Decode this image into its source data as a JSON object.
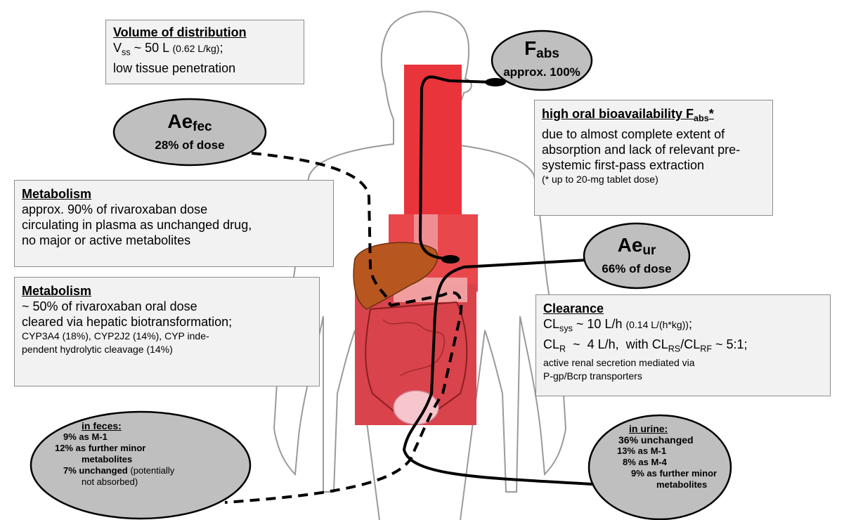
{
  "volume": {
    "title": "Volume of distribution",
    "vss_sym": "V",
    "vss_sub": "ss",
    "vss_value": " ~ 50 L ",
    "vss_perkg": "(0.62 L/kg)",
    "vss_tail": ";",
    "line2": "low tissue penetration"
  },
  "fabs": {
    "sym": "F",
    "sub": "abs",
    "value": "approx. 100%"
  },
  "aefec": {
    "sym": "Ae",
    "sub": "fec",
    "value": "28% of dose"
  },
  "bioavail": {
    "title": "high oral bioavailability F",
    "title_sub": "abs",
    "title_tail": "*",
    "lines": [
      "due to almost complete extent of",
      "absorption and lack of relevant pre-",
      "systemic first-pass extraction"
    ],
    "note": "(* up to 20-mg tablet dose)"
  },
  "metab1": {
    "title": "Metabolism",
    "lines": [
      "approx. 90% of rivaroxaban dose",
      "circulating in plasma as unchanged drug,",
      "no major or active metabolites"
    ]
  },
  "aeur": {
    "sym": "Ae",
    "sub": "ur",
    "value": "66% of dose"
  },
  "metab2": {
    "title": "Metabolism",
    "lines": [
      "~ 50% of rivaroxaban oral dose",
      "cleared via hepatic biotransformation;"
    ],
    "small_lines": [
      "CYP3A4 (18%), CYP2J2 (14%), CYP inde-",
      "pendent hydrolytic cleavage (14%)"
    ]
  },
  "clearance": {
    "title": "Clearance",
    "l1_sym": "CL",
    "l1_sub": "sys",
    "l1_val": " ~ 10 L/h ",
    "l1_small": "(0.14 L/(h*kg))",
    "l1_tail": ";",
    "l2_sym": "CL",
    "l2_sub": "R",
    "l2_val": "  ~  4 L/h,  with CL",
    "l2_sub2": "RS",
    "l2_mid": "/CL",
    "l2_sub3": "RF",
    "l2_tail": " ~ 5:1;",
    "small_lines": [
      "active renal secretion mediated via",
      "P-gp/Bcrp transporters"
    ]
  },
  "feces": {
    "title": "in feces:",
    "l1": "9% as M-1",
    "l2": "12% as further minor",
    "l3": "metabolites",
    "l4_bold": "7% unchanged",
    "l4_norm": " (potentially",
    "l5": "not absorbed)"
  },
  "urine": {
    "title": "in urine:",
    "l1": "36% unchanged",
    "l2": "13% as M-1",
    "l3": "8% as M-4",
    "l4": "9% as further minor",
    "l5": "metabolites"
  },
  "colors": {
    "red_tract": "#e8343a",
    "box_fill": "#f2f2f2",
    "ellipse_fill": "#bfbfbf",
    "liver": "#b8561f",
    "body_outline": "#9a9a9a"
  }
}
